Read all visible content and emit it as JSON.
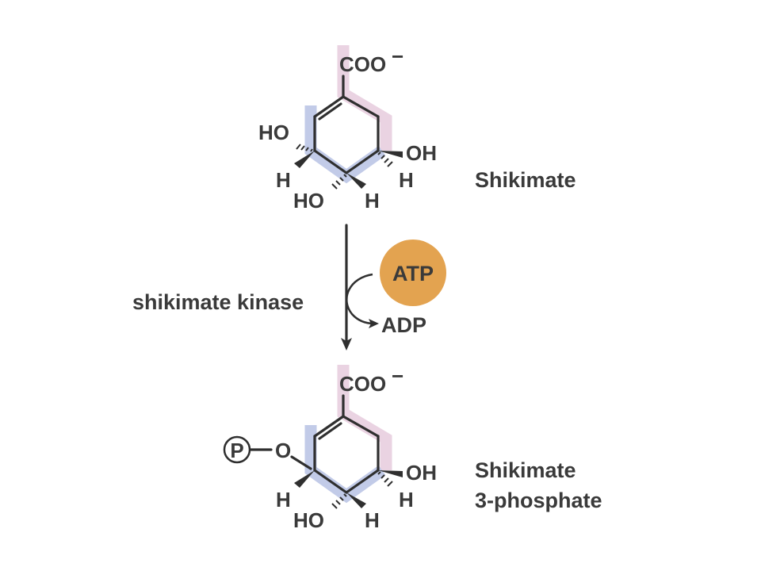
{
  "reactant": {
    "carboxylate": "COO",
    "charge": "−",
    "left_oh": "HO",
    "left_h": "H",
    "bottom_oh": "HO",
    "bottom_h": "H",
    "right_oh": "OH",
    "right_h": "H",
    "name": "Shikimate"
  },
  "reaction": {
    "enzyme": "shikimate kinase",
    "cofactor_in": "ATP",
    "cofactor_out": "ADP",
    "cofactor_color": "#e3a350"
  },
  "product": {
    "carboxylate": "COO",
    "charge": "−",
    "phosphate_symbol": "P",
    "ester_oxygen": "O",
    "left_h": "H",
    "bottom_oh": "HO",
    "bottom_h": "H",
    "right_oh": "OH",
    "right_h": "H",
    "name_line1": "Shikimate",
    "name_line2": "3-phosphate"
  },
  "colors": {
    "highlight_pink": "#ead3e2",
    "highlight_blue": "#c2cbe8",
    "text": "#3a3a3a",
    "bond": "#2f2f2f"
  }
}
